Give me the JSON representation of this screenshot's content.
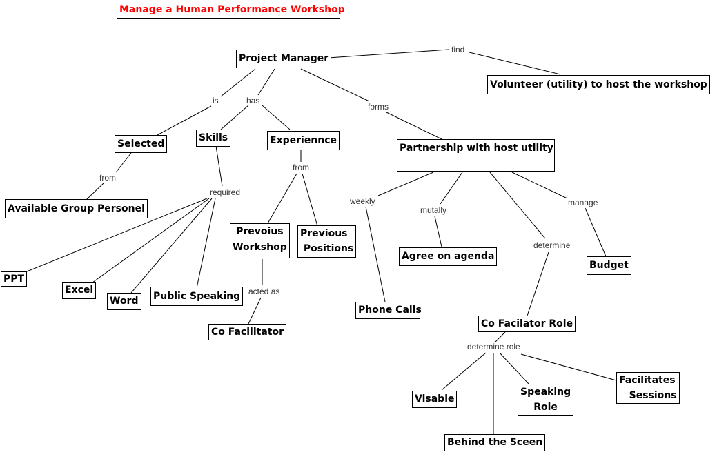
{
  "diagram": {
    "title": "Manage a Human Performance Workshop",
    "nodes": {
      "project_manager": "Project Manager",
      "volunteer": "Volunteer  (utility)  to host the workshop",
      "selected": "Selected",
      "skills": "Skills",
      "experience": "Experiennce",
      "partnership": "Partnership with host utility",
      "available_group": "Available Group Personel",
      "previous_workshop": "Prevoius\nWorkshop",
      "previous_positions": "Previous\n Positions",
      "agree_agenda": "Agree on agenda",
      "budget": "Budget",
      "ppt": "PPT",
      "excel": "Excel",
      "word": "Word",
      "public_speaking": "Public Speaking",
      "phone_calls": " Phone Calls",
      "co_facilitator": "Co Facilitator",
      "co_facilitator_role": "Co Facilator Role",
      "visable": "Visable",
      "speaking_role": "Speaking\nRole",
      "facilitates_sessions": "Facilitates\n   Sessions",
      "behind_the_sceen": "Behind the Sceen"
    },
    "link_labels": {
      "find": "find",
      "is": "is",
      "has": "has",
      "forms": "forms",
      "from_selected": "from",
      "from_experience": "from",
      "required": "required",
      "weekly": "weekly",
      "mutally": "mutally",
      "manage": "manage",
      "determine": "determine",
      "acted_as": "acted as",
      "determine_role": "determine role"
    }
  }
}
